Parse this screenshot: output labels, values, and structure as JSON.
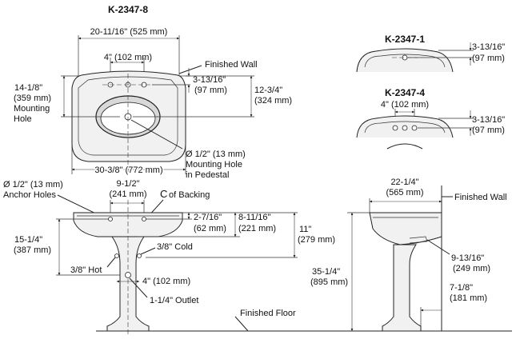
{
  "models": {
    "main": "K-2347-8",
    "single_hole": "K-2347-1",
    "four_inch": "K-2347-4"
  },
  "top_view": {
    "overall_width": "20-11/16\" (525 mm)",
    "faucet_spacing": "4\" (102 mm)",
    "finished_wall": "Finished Wall",
    "deck_depth": "3-13/16\"",
    "deck_depth_mm": "(97 mm)",
    "depth_to_hole": "12-3/4\"",
    "depth_to_hole_mm": "(324 mm)",
    "mount_depth_1": "14-1/8\"",
    "mount_depth_2": "(359 mm)",
    "mount_depth_3": "Mounting",
    "mount_depth_4": "Hole",
    "depth_width": "30-3/8\" (772 mm)",
    "mount_hole_1": "Ø 1/2\" (13 mm)",
    "mount_hole_2": "Mounting Hole",
    "mount_hole_3": "in Pedestal"
  },
  "variant_1": {
    "deck_depth": "3-13/16\"",
    "deck_depth_mm": "(97 mm)"
  },
  "variant_4": {
    "spacing": "4\" (102 mm)",
    "deck_depth": "3-13/16\"",
    "deck_depth_mm": "(97 mm)"
  },
  "front_view": {
    "anchor_1": "Ø 1/2\" (13 mm)",
    "anchor_2": "Anchor Holes",
    "anchor_spacing": "9-1/2\"",
    "anchor_spacing_mm": "(241 mm)",
    "cl_backing": "C",
    "cl_backing_rest": "of Backing",
    "rim_to_anchor": "2-7/16\"",
    "rim_to_anchor_mm": "(62 mm)",
    "rim_to_drain": "8-11/16\"",
    "rim_to_drain_mm": "(221 mm)",
    "basin_height": "11\"",
    "basin_height_mm": "(279 mm)",
    "anchor_height": "15-1/4\"",
    "anchor_height_mm": "(387 mm)",
    "cold": "3/8\" Cold",
    "hot": "3/8\" Hot",
    "supply_spacing": "4\" (102 mm)",
    "outlet": "1-1/4\" Outlet",
    "finished_floor": "Finished Floor"
  },
  "side_view": {
    "depth": "22-1/4\"",
    "depth_mm": "(565 mm)",
    "finished_wall": "Finished Wall",
    "rim_height": "35-1/4\"",
    "rim_height_mm": "(895 mm)",
    "outlet_offset": "9-13/16\"",
    "outlet_offset_mm": "(249 mm)",
    "base_offset": "7-1/8\"",
    "base_offset_mm": "(181 mm)"
  }
}
